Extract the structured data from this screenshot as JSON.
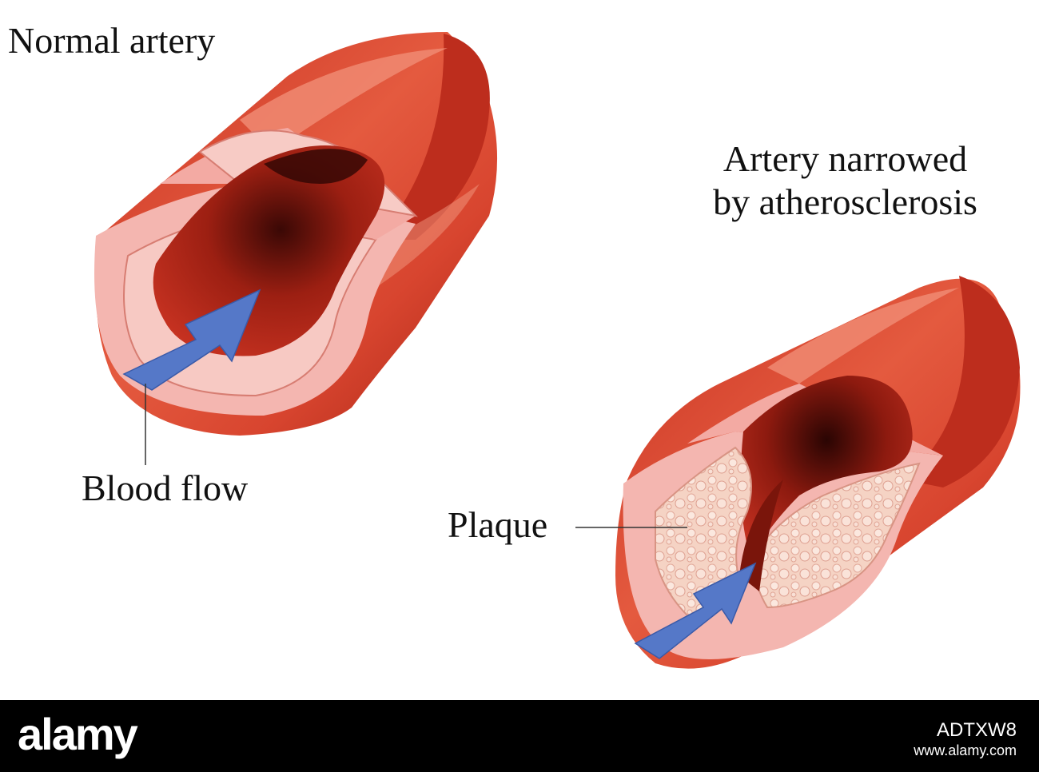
{
  "labels": {
    "normal_title": "Normal artery",
    "narrowed_title_line1": "Artery narrowed",
    "narrowed_title_line2": "by atherosclerosis",
    "blood_flow": "Blood flow",
    "plaque": "Plaque"
  },
  "footer": {
    "brand": "alamy",
    "image_id": "ADTXW8",
    "url": "www.alamy.com"
  },
  "colors": {
    "artery_outer": "#d8452f",
    "artery_highlight": "#f08a72",
    "wall_pink": "#f4b6b0",
    "lumen": "#b52818",
    "plaque": "#f6d5c6",
    "arrow": "#5578c8",
    "footer_bg": "#000000"
  },
  "icons": {
    "flow_arrow": "blue-arrow-icon"
  }
}
